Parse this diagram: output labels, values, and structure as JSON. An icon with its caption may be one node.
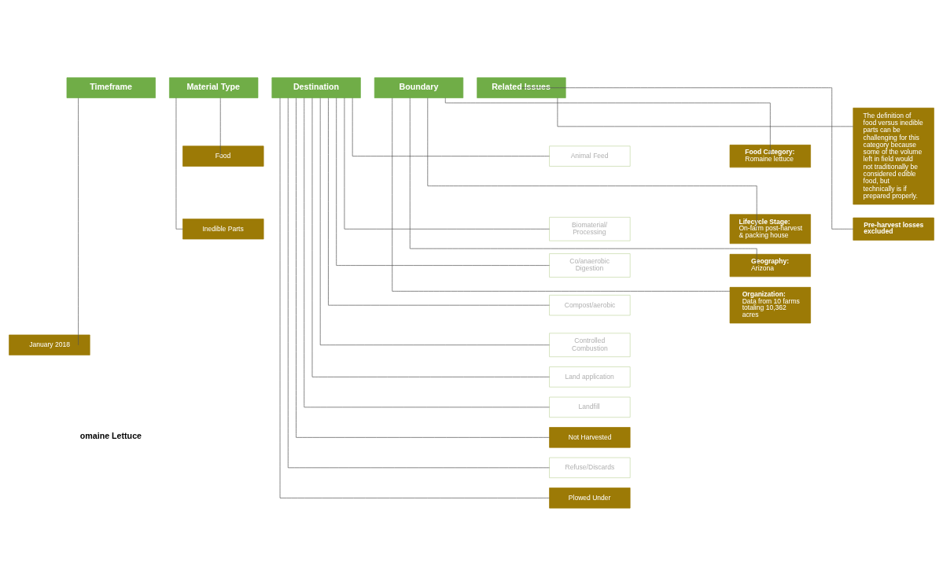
{
  "diagram": {
    "nodes": [
      {
        "text": [
          "Timeframe"
        ]
      },
      {
        "text": [
          "Material Type"
        ]
      },
      {
        "text": [
          "Destination"
        ]
      },
      {
        "text": [
          "Boundary"
        ]
      },
      {
        "text": [
          "Related Issues"
        ]
      },
      {
        "text": [
          "January 2018"
        ]
      },
      {
        "text": [
          "Food"
        ]
      },
      {
        "text": [
          "Inedible Parts"
        ]
      },
      {
        "text": [
          "Animal Feed"
        ]
      },
      {
        "text": [
          "Biomaterial/ Processing"
        ]
      },
      {
        "text": [
          "Co/anaerobic Digestion"
        ]
      },
      {
        "text": [
          "Compost/aerobic"
        ]
      },
      {
        "text": [
          "Controlled Combustion"
        ]
      },
      {
        "text": [
          "Land application"
        ]
      },
      {
        "text": [
          "Landfill"
        ]
      },
      {
        "text": [
          "Not Harvested"
        ]
      },
      {
        "text": [
          "Refuse/Discards"
        ]
      },
      {
        "text": [
          "Plowed Under"
        ]
      },
      {
        "text": [
          "Food Category:",
          "Romaine lettuce"
        ]
      },
      {
        "text": [
          "Lifecycle Stage:",
          "On-farm post-harvest & packing house"
        ]
      },
      {
        "text": [
          "Geography:",
          "Arizona"
        ]
      },
      {
        "text": [
          "Organization:",
          "Data from 10 farms totaling 10,362 acres"
        ]
      },
      {
        "text": [
          "The definition of food versus inedible parts can be challenging for this category because some of the volume left in field would not traditionally be considered edible food, but technically is if prepared properly."
        ]
      },
      {
        "text": [
          "Pre-harvest losses excluded"
        ]
      }
    ],
    "edges": [
      {
        "from": 0,
        "to": 5,
        "arrow": "none"
      },
      {
        "from": 1,
        "to": 6,
        "arrow": "none"
      },
      {
        "from": 1,
        "to": 7,
        "arrow": "none"
      },
      {
        "from": 2,
        "to": 8,
        "arrow": "none"
      },
      {
        "from": 2,
        "to": 9,
        "arrow": "none"
      },
      {
        "from": 2,
        "to": 10,
        "arrow": "none"
      },
      {
        "from": 2,
        "to": 11,
        "arrow": "none"
      },
      {
        "from": 2,
        "to": 12,
        "arrow": "none"
      },
      {
        "from": 2,
        "to": 13,
        "arrow": "none"
      },
      {
        "from": 2,
        "to": 14,
        "arrow": "none"
      },
      {
        "from": 2,
        "to": 15,
        "arrow": "none"
      },
      {
        "from": 2,
        "to": 16,
        "arrow": "none"
      },
      {
        "from": 2,
        "to": 17,
        "arrow": "none"
      },
      {
        "from": 3,
        "to": 18,
        "arrow": "none"
      },
      {
        "from": 3,
        "to": 19,
        "arrow": "none"
      },
      {
        "from": 3,
        "to": 20,
        "arrow": "none"
      },
      {
        "from": 3,
        "to": 21,
        "arrow": "none"
      },
      {
        "from": 4,
        "to": 22,
        "arrow": "none"
      },
      {
        "from": 4,
        "to": 23,
        "arrow": "none"
      }
    ],
    "labels": [
      "omaine Lettuce"
    ]
  }
}
